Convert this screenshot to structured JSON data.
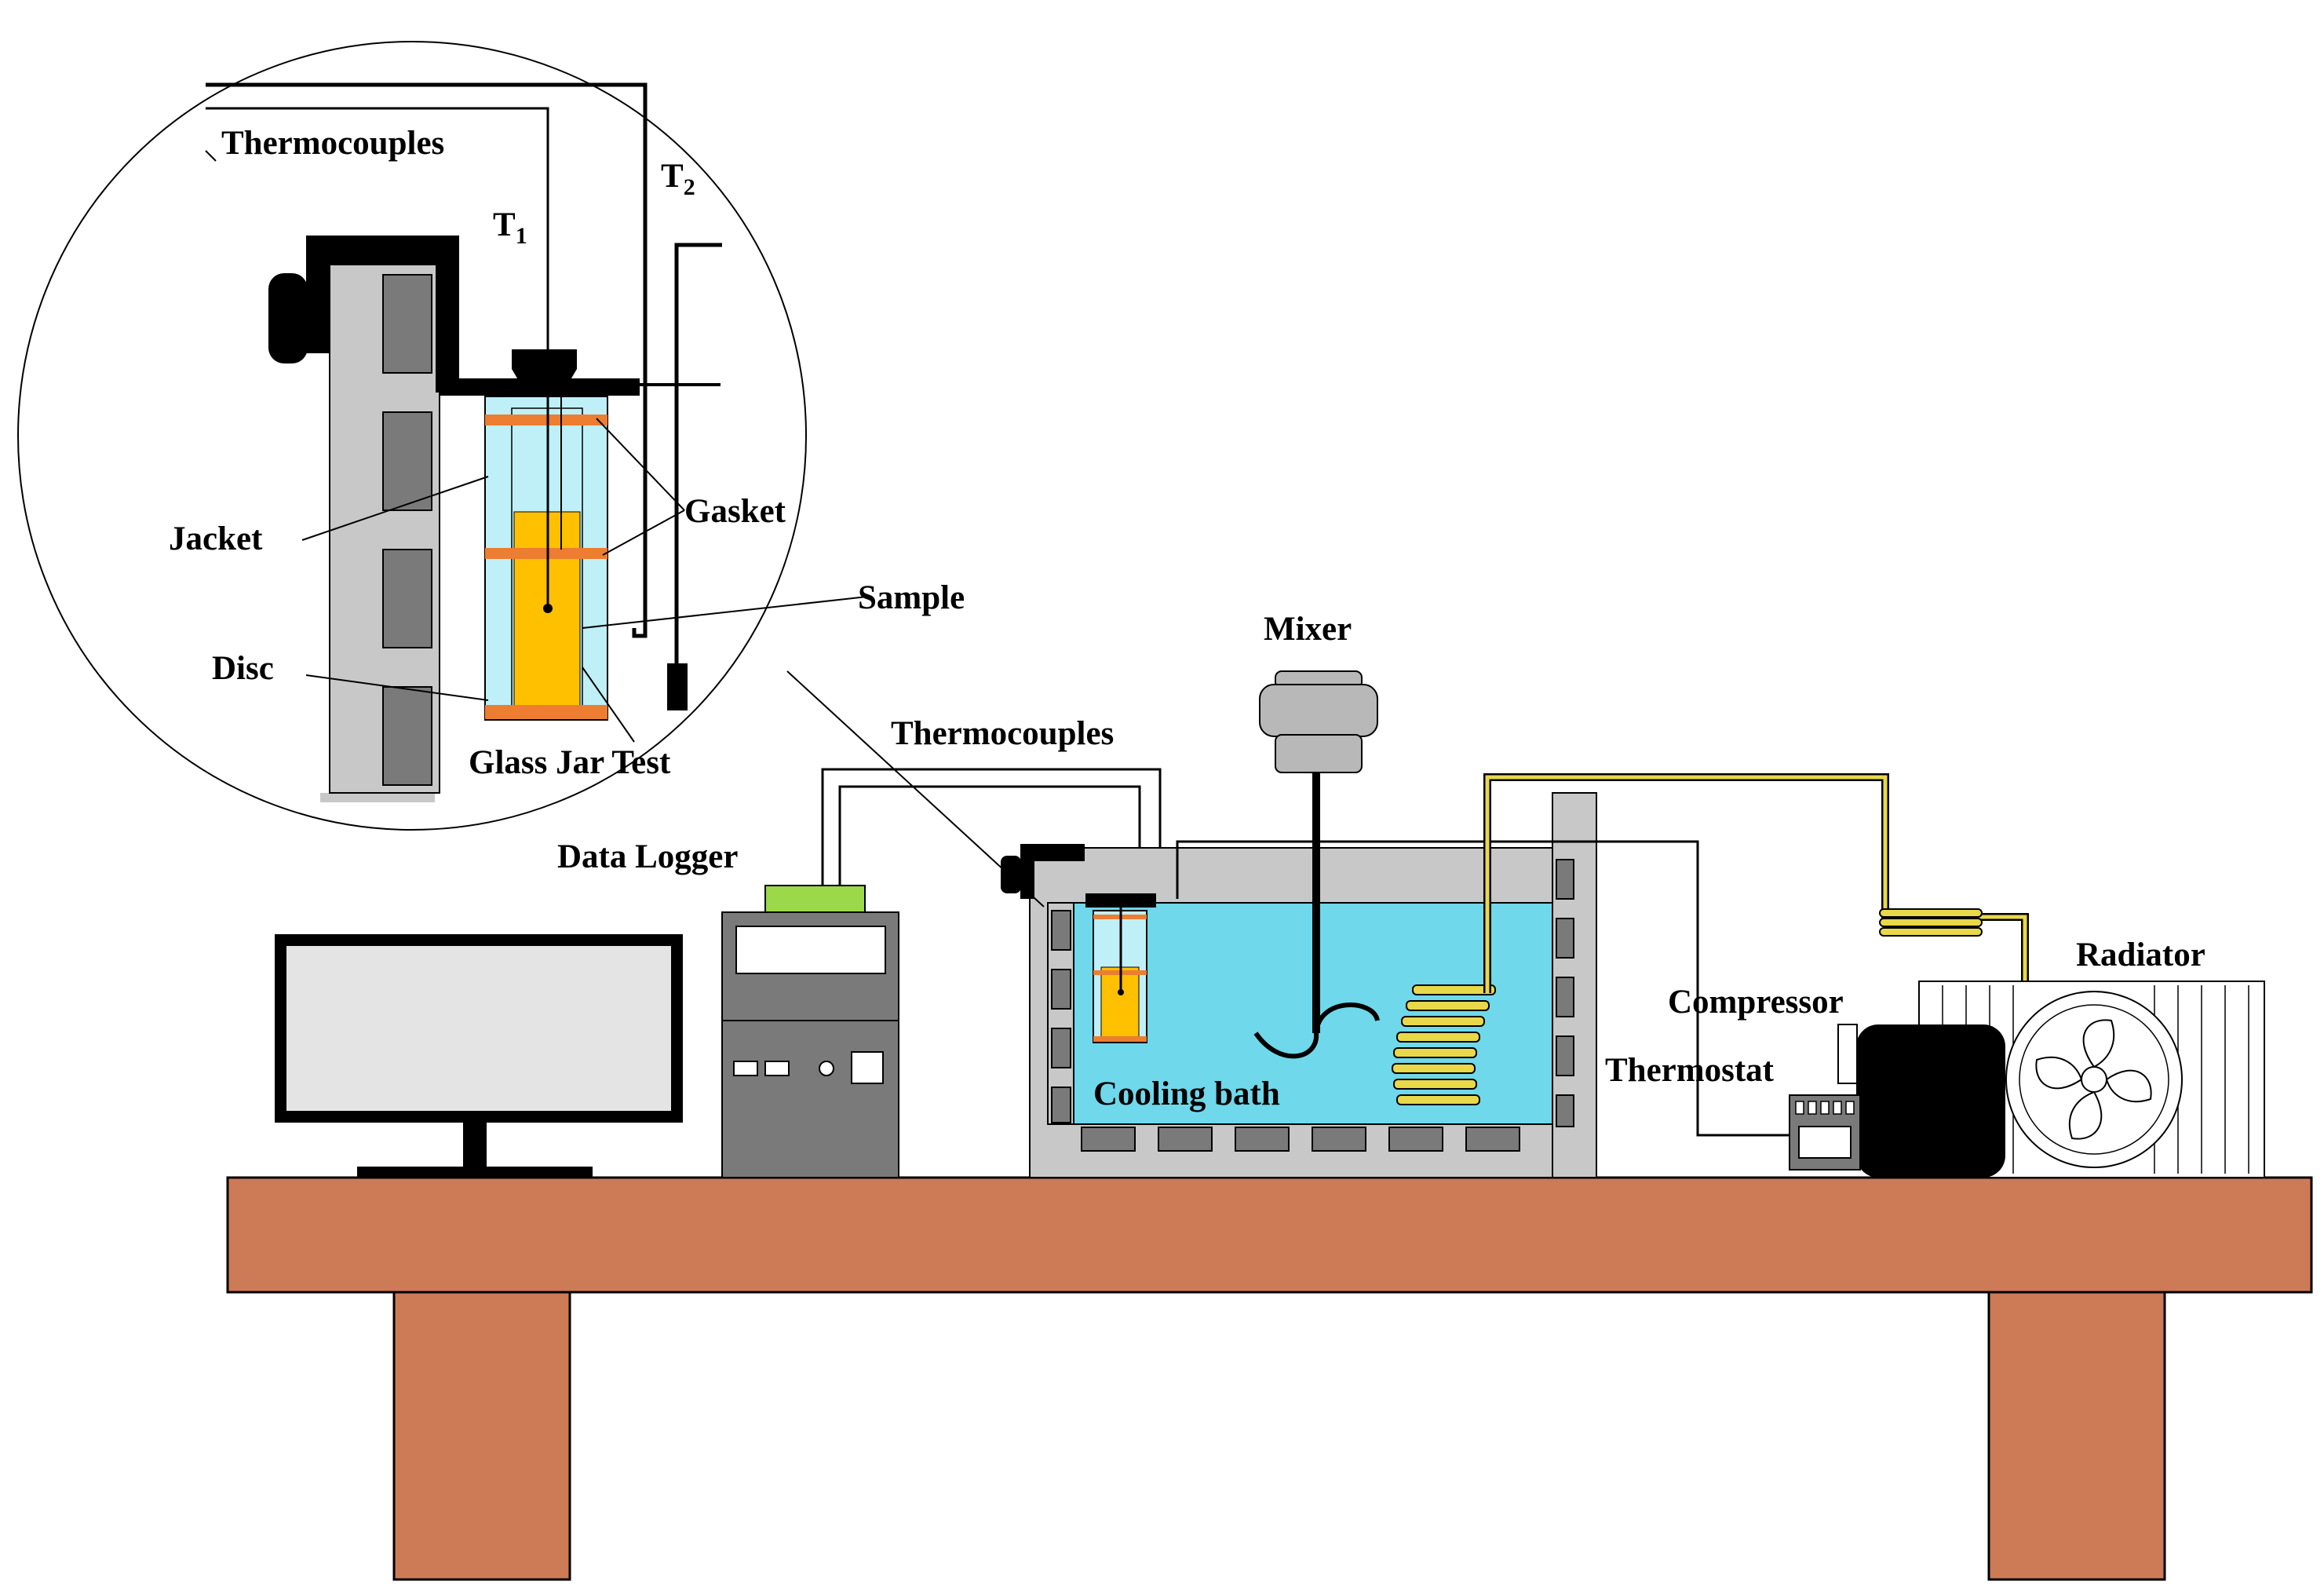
{
  "labels": {
    "thermocouples_inset": "Thermocouples",
    "t1_main": "T",
    "t1_sub": "1",
    "t2_main": "T",
    "t2_sub": "2",
    "jacket": "Jacket",
    "gasket": "Gasket",
    "sample": "Sample",
    "disc": "Disc",
    "glass_jar_test": "Glass Jar Test",
    "mixer": "Mixer",
    "thermocouples": "Thermocouples",
    "data_logger": "Data Logger",
    "cooling_bath": "Cooling bath",
    "compressor": "Compressor",
    "thermostat": "Thermostat",
    "radiator": "Radiator"
  },
  "colors": {
    "table": "#CD7A56",
    "water": "#6FD8EA",
    "jacket": "#BFF0F8",
    "sample": "#FFC000",
    "gasket": "#ED7D31",
    "coil": "#E8D84A",
    "steel": "#C8C8C8",
    "dark_grey": "#7A7A7A",
    "logger_top": "#9BD84A",
    "screen": "#E4E4E4"
  }
}
